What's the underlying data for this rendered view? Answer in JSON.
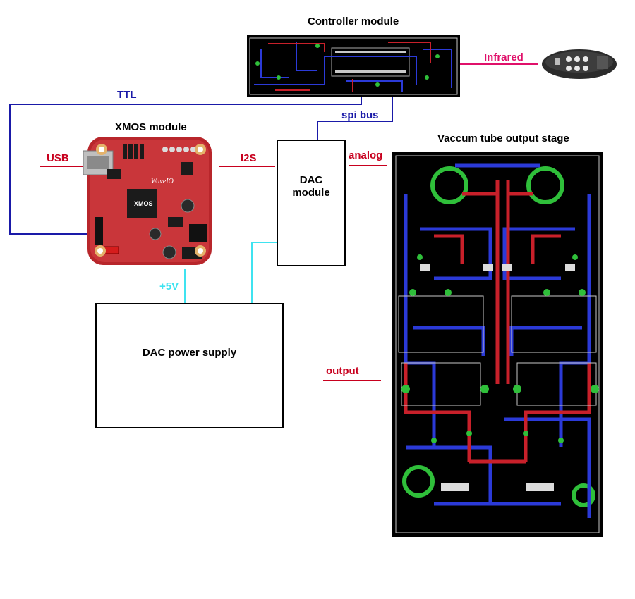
{
  "titles": {
    "controller": "Controller module",
    "xmos": "XMOS module",
    "vacuum": "Vaccum tube output stage"
  },
  "signals": {
    "ttl": "TTL",
    "spi": "spi bus",
    "infrared": "Infrared",
    "usb": "USB",
    "i2s": "I2S",
    "analog": "analog",
    "plus5v": "+5V",
    "output": "output"
  },
  "boxes": {
    "dac_line1": "DAC",
    "dac_line2": "module",
    "psu": "DAC power supply"
  },
  "board_text": {
    "xmos_brand": "XMOS",
    "waveio": "WaveIO"
  },
  "colors": {
    "red_wire": "#c8001e",
    "blue_wire": "#1a1aa8",
    "cyan_wire": "#3fe3f0",
    "pink_wire": "#e0106a"
  }
}
